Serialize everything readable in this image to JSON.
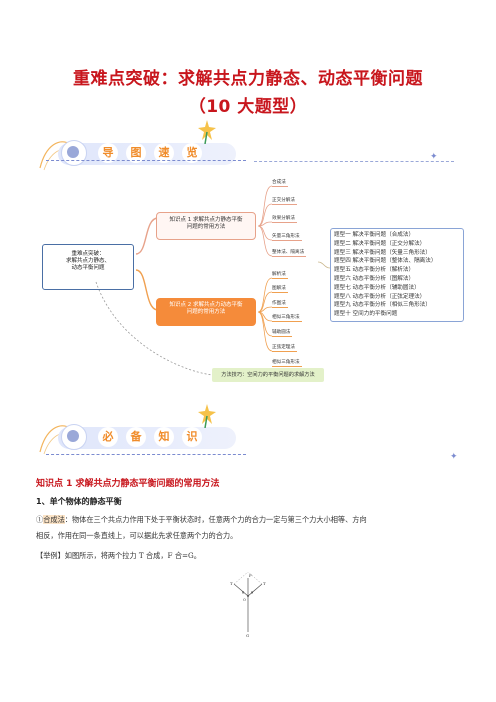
{
  "doc": {
    "title_line1": "重难点突破：求解共点力静态、动态平衡问题",
    "title_line2": "（10 大题型）"
  },
  "banner1": {
    "chars": [
      "导",
      "图",
      "速",
      "览"
    ]
  },
  "banner2": {
    "chars": [
      "必",
      "备",
      "知",
      "识"
    ]
  },
  "mindmap": {
    "root": "重难点突破：\n求解共点力静态、\n动态平衡问题",
    "branch1": "知识点 1  求解共点力静态平衡\n问题的常用方法",
    "branch1_leaves": [
      "合成法",
      "正交分解法",
      "效果分解法",
      "矢量三角形法",
      "整体法、隔离法"
    ],
    "branch2": "知识点 2  求解共点力动态平衡\n问题的常用方法",
    "branch2_leaves": [
      "解析法",
      "图解法",
      "作图法",
      "相似三角形法",
      "辅助圆法",
      "正弦定理法",
      "相似三角形法"
    ],
    "bottom": "方法技巧：空间力的平衡问题的求解方法",
    "types": [
      "题型一    解决平衡问题（合成法）",
      "题型二    解决平衡问题（正交分解法）",
      "题型三    解决平衡问题（矢量三角形法）",
      "题型四    解决平衡问题（整体法、隔离法）",
      "题型五    动态平衡分析（解析法）",
      "题型六    动态平衡分析（图解法）",
      "题型七    动态平衡分析（辅助圆法）",
      "题型八    动态平衡分析（正弦定理法）",
      "题型九    动态平衡分析（相似三角形法）",
      "题型十    空间力的平衡问题"
    ]
  },
  "knowledge": {
    "heading": "知识点 1  求解共点力静态平衡问题的常用方法",
    "sub1": "1、单个物体的静态平衡",
    "p1_prefix": "①",
    "p1_highlight": "合成法",
    "p1_rest": "：物体在三个共点力作用下处于平衡状态时，任意两个力的合力一定与第三个力大小相等、方向",
    "p1_line2": "相反，作用在同一条直线上，可以据此先求任意两个力的合力。",
    "example": "【举例】如图所示，将两个拉力 T 合成，F 合=G。"
  },
  "figure": {
    "labels": [
      "F",
      "T",
      "T",
      "θ",
      "θ",
      "O",
      "G"
    ]
  }
}
